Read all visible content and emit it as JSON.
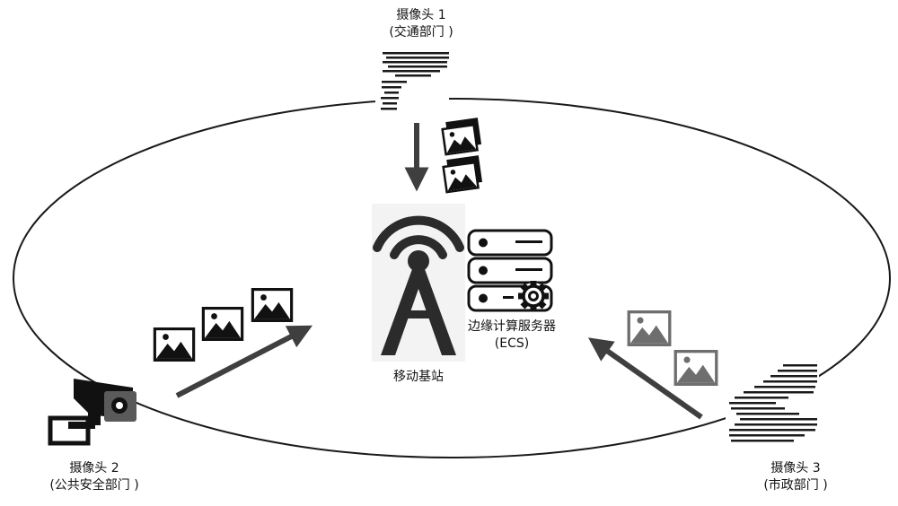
{
  "cameras": [
    {
      "name": "摄像头 1",
      "dept": "(交通部门 )"
    },
    {
      "name": "摄像头 2",
      "dept": "(公共安全部门 )"
    },
    {
      "name": "摄像头 3",
      "dept": "(市政部门 )"
    }
  ],
  "base_station": {
    "label": "移动基站"
  },
  "ecs": {
    "label": "边缘计算服务器",
    "abbr": "(ECS)"
  },
  "colors": {
    "ellipse": "#1a1a1a",
    "arrow": "#3f3f3f",
    "image_dark": "#111111",
    "image_light": "#6e6e6e",
    "tower": "#2b2b2b"
  }
}
